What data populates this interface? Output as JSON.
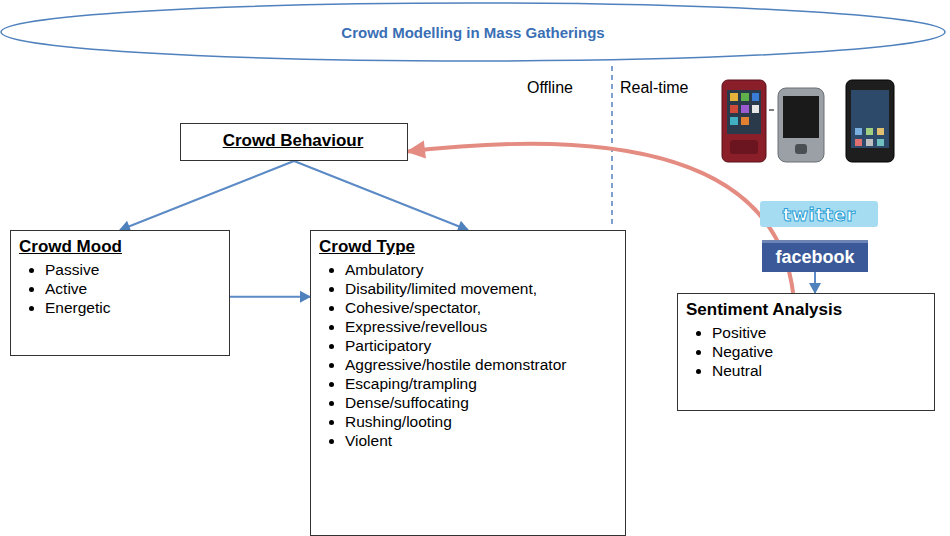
{
  "diagram": {
    "nodes": [
      {
        "text": [
          "Crowd Modelling in Mass Gatherings"
        ]
      },
      {
        "text": [
          "Crowd Behaviour"
        ]
      },
      {
        "text": [
          "Crowd Mood",
          "Passive",
          "Active",
          "Energetic"
        ]
      },
      {
        "text": [
          "Crowd Type",
          "Ambulatory",
          "Disability/limited movement,",
          "Cohesive/spectator,",
          "Expressive/revellous",
          "Participatory",
          "Aggressive/hostile demonstrator",
          "Escaping/trampling",
          "Dense/suffocating",
          "Rushing/looting",
          "Violent"
        ]
      },
      {
        "text": [
          "twitter"
        ]
      },
      {
        "text": [
          "facebook"
        ]
      },
      {
        "text": [
          "Sentiment Analysis",
          "Positive",
          "Negative",
          "Neutral"
        ]
      }
    ],
    "edges": [
      {
        "from": 1,
        "to": 2,
        "arrow": "to"
      },
      {
        "from": 1,
        "to": 3,
        "arrow": "to"
      },
      {
        "from": 2,
        "to": 3,
        "arrow": "to"
      },
      {
        "from": 6,
        "to": 1,
        "arrow": "to"
      },
      {
        "from": 5,
        "to": 6,
        "arrow": "to"
      }
    ],
    "labels": [
      "Offline",
      "Real-time"
    ]
  }
}
